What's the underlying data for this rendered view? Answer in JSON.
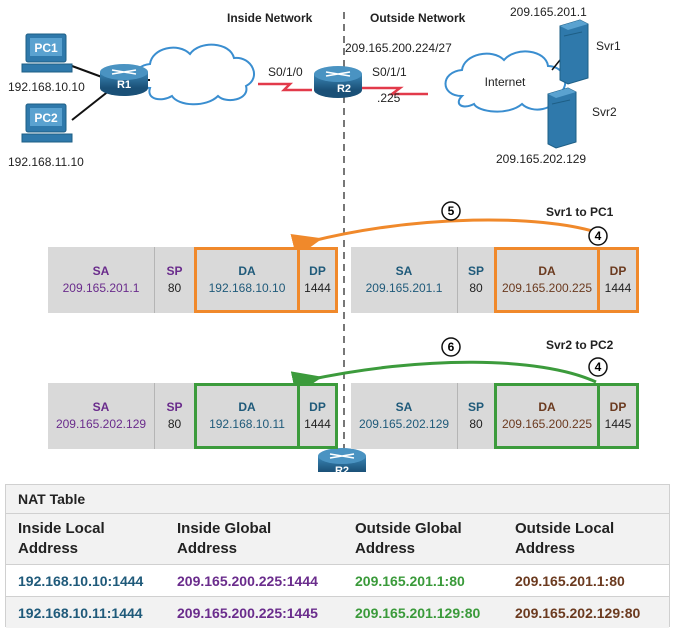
{
  "topology": {
    "inside_label": "Inside Network",
    "outside_label": "Outside Network",
    "pc1": {
      "label": "PC1",
      "ip": "192.168.10.10"
    },
    "pc2": {
      "label": "PC2",
      "ip": "192.168.11.10"
    },
    "r1": "R1",
    "r2": "R2",
    "r1_intf": "S0/1/0",
    "r2_intf": "S0/1/1",
    "subnet": "209.165.200.224/27",
    "r2_host": ".225",
    "internet": "Internet",
    "svr1": {
      "label": "Svr1",
      "ip": "209.165.201.1"
    },
    "svr2": {
      "label": "Svr2",
      "ip": "209.165.202.129"
    }
  },
  "flows": [
    {
      "title": "Svr1 to PC1",
      "step_out": "5",
      "step_in": "4",
      "color": "#f0892b",
      "left": {
        "sa": "209.165.201.1",
        "sp": "80",
        "da": "192.168.10.10",
        "dp": "1444"
      },
      "right": {
        "sa": "209.165.201.1",
        "sp": "80",
        "da": "209.165.200.225",
        "dp": "1444"
      }
    },
    {
      "title": "Svr2 to PC2",
      "step_out": "6",
      "step_in": "4",
      "color": "#3c9b3c",
      "left": {
        "sa": "209.165.202.129",
        "sp": "80",
        "da": "192.168.10.11",
        "dp": "1444"
      },
      "right": {
        "sa": "209.165.202.129",
        "sp": "80",
        "da": "209.165.200.225",
        "dp": "1445"
      }
    }
  ],
  "labels": {
    "sa": "SA",
    "sp": "SP",
    "da": "DA",
    "dp": "DP"
  },
  "bottom_router": "R2",
  "nat_table": {
    "title": "NAT Table",
    "headers": [
      [
        "Inside Local",
        "Address"
      ],
      [
        "Inside Global",
        "Address"
      ],
      [
        "Outside Global",
        "Address"
      ],
      [
        "Outside Local",
        "Address"
      ]
    ],
    "rows": [
      [
        "192.168.10.10:1444",
        "209.165.200.225:1444",
        "209.165.201.1:80",
        "209.165.201.1:80"
      ],
      [
        "192.168.10.11:1444",
        "209.165.200.225:1445",
        "209.165.201.129:80",
        "209.165.202.129:80"
      ]
    ]
  },
  "colors": {
    "orange": "#f0892b",
    "green": "#3c9b3c",
    "router": "#1e5f86",
    "server": "#2f79ab",
    "serial_link": "#e23a4a",
    "purple": "#6a2c8c",
    "darkblue": "#1f5a7a",
    "brown": "#6b3a1f"
  }
}
